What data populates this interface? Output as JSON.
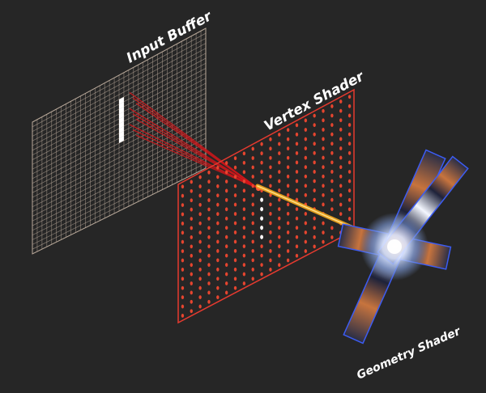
{
  "labels": {
    "input_buffer": "Input Buffer",
    "vertex_shader": "Vertex Shader",
    "geometry_shader": "Geometry Shader"
  },
  "colors": {
    "background": "#262626",
    "input_grid": "#b9a99a",
    "vertex_panel": "#e53a2f",
    "vertex_dots": "#e5452f",
    "rays": "#d4161a",
    "output_ray": "#f2a81d",
    "geometry_border": "#3c5cf2"
  },
  "icons": {
    "input_buffer": "grid-panel",
    "vertex_shader": "dot-grid-panel",
    "geometry_shader": "crossed-quads-sprite"
  }
}
